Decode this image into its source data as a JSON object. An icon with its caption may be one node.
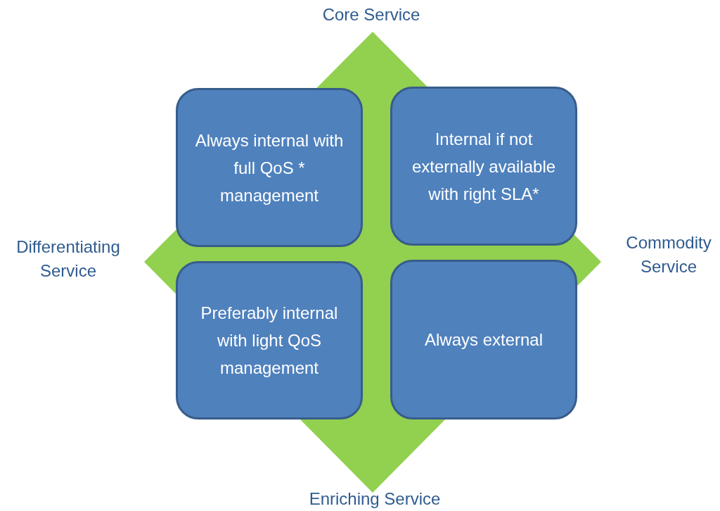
{
  "diagram": {
    "nodes": [
      {
        "text": [
          "Always internal with full QoS * management"
        ]
      },
      {
        "text": [
          "Internal if not externally available with right SLA*"
        ]
      },
      {
        "text": [
          "Preferably internal with light QoS management"
        ]
      },
      {
        "text": [
          "Always external"
        ]
      }
    ],
    "labels": [
      "Core Service",
      "Differentiating Service",
      "Commodity Service",
      "Enriching Service"
    ]
  }
}
